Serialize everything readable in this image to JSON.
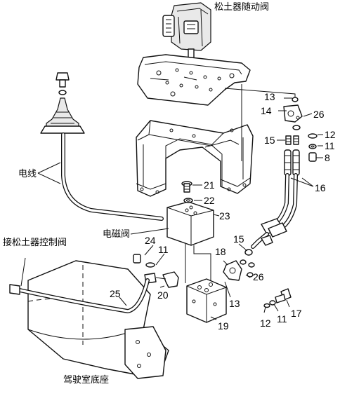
{
  "labels": {
    "follower_valve": "松土器随动阀",
    "wire": "电线",
    "solenoid_valve": "电磁阀",
    "to_control_valve": "接松土器控制阀",
    "cab_base": "驾驶室底座"
  },
  "callouts": {
    "p8": "8",
    "p11a": "11",
    "p11b": "11",
    "p11c": "11",
    "p12a": "12",
    "p12b": "12",
    "p13a": "13",
    "p13b": "13",
    "p14": "14",
    "p15a": "15",
    "p15b": "15",
    "p16": "16",
    "p17": "17",
    "p18": "18",
    "p19": "19",
    "p20": "20",
    "p21": "21",
    "p22": "22",
    "p23": "23",
    "p24": "24",
    "p25": "25",
    "p26a": "26",
    "p26b": "26"
  }
}
